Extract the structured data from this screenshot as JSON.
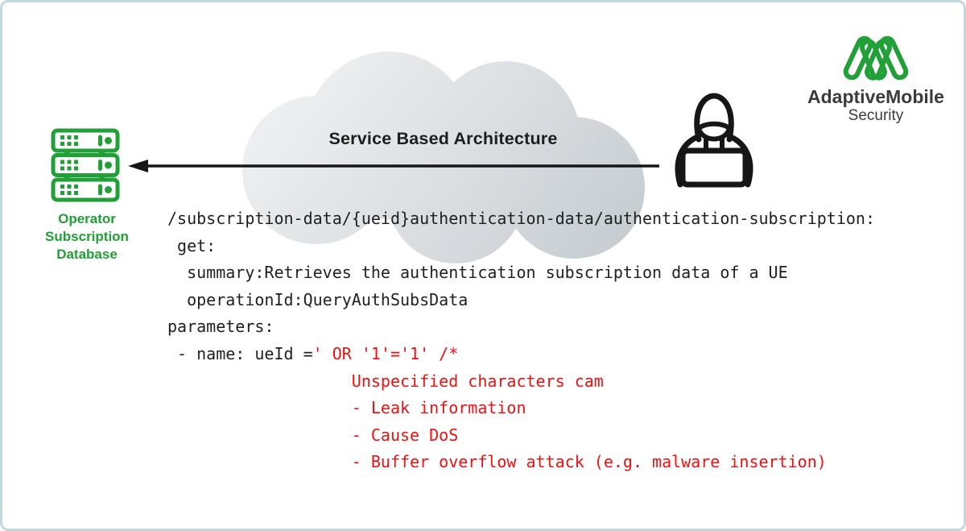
{
  "colors": {
    "green": "#21a038",
    "red": "#ee1111",
    "code_text": "#1f1f1f",
    "ink": "#161616",
    "brand_text": "#3b3b3d",
    "frame_border": "#c3d8dd",
    "cloud_light": "#e8eaec",
    "cloud_dark": "#c7cdd1"
  },
  "brand": {
    "name": "AdaptiveMobile",
    "subtitle": "Security"
  },
  "diagram": {
    "cloud_label": "Service Based Architecture",
    "database": {
      "label_lines": [
        "Operator",
        "Subscription",
        "Database"
      ]
    }
  },
  "code": {
    "lines": [
      [
        {
          "t": "/subscription-data/{ueid}authentication-data/authentication-subscription:",
          "c": "black"
        }
      ],
      [
        {
          "t": " get:",
          "c": "black"
        }
      ],
      [
        {
          "t": "  summary:Retrieves the authentication subscription data of a UE",
          "c": "black"
        }
      ],
      [
        {
          "t": "  operationId:QueryAuthSubsData",
          "c": "black"
        }
      ],
      [
        {
          "t": "parameters:",
          "c": "black"
        }
      ],
      [
        {
          "t": " - name: ueId =",
          "c": "black"
        },
        {
          "t": "' OR '1'='1' /*",
          "c": "red"
        }
      ],
      [
        {
          "t": "                   Unspecified characters cam",
          "c": "red"
        }
      ],
      [
        {
          "t": "                   - Leak information",
          "c": "red"
        }
      ],
      [
        {
          "t": "                   - Cause DoS",
          "c": "red"
        }
      ],
      [
        {
          "t": "                   - Buffer overflow attack (e.g. malware insertion)",
          "c": "red"
        }
      ]
    ]
  }
}
